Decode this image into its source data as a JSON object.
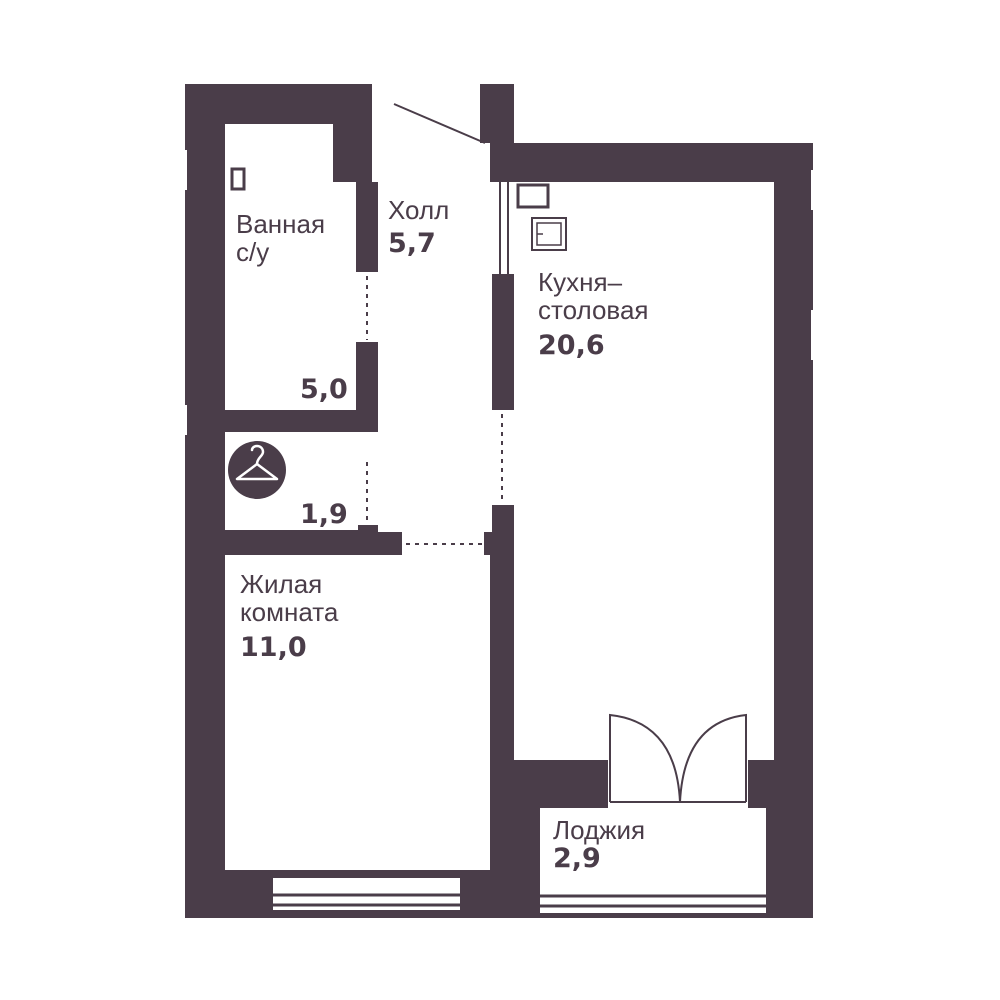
{
  "colors": {
    "wall": "#4a3d49",
    "background": "#ffffff"
  },
  "rooms": {
    "bathroom": {
      "name": "Ванная\nс/у",
      "area": "5,0"
    },
    "hall": {
      "name": "Холл",
      "area": "5,7"
    },
    "kitchen": {
      "name": "Кухня–\nстоловая",
      "area": "20,6"
    },
    "wardrobe": {
      "icon": "hanger-icon",
      "area": "1,9"
    },
    "living_room": {
      "name": "Жилая\nкомната",
      "area": "11,0"
    },
    "loggia": {
      "name": "Лоджия",
      "area": "2,9"
    }
  }
}
